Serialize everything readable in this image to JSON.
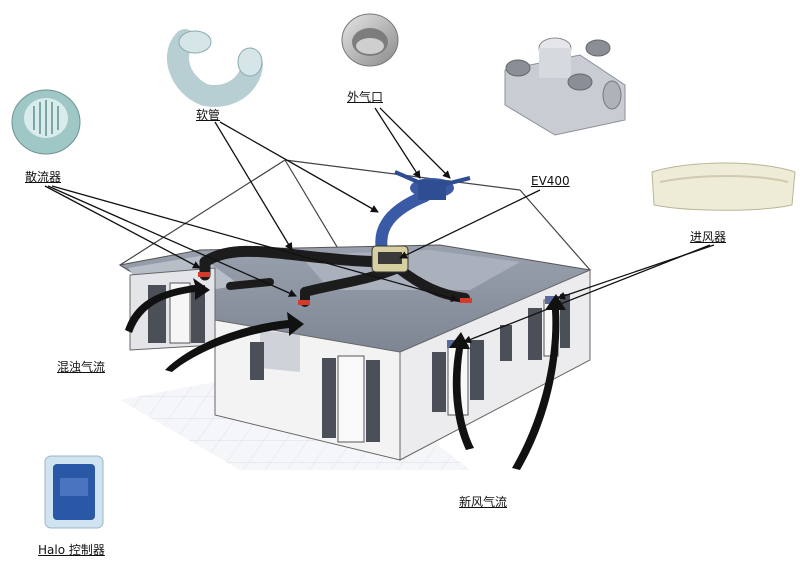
{
  "labels": {
    "diffuser": "散流器",
    "hose": "软管",
    "outside_air": "外气口",
    "unit": "EV400",
    "inlet": "进风器",
    "exhaust_flow": "混浊气流",
    "fresh_flow": "新风气流",
    "controller": "Halo 控制器"
  },
  "colors": {
    "duct": "#1c1c1c",
    "hose_blue": "#3a5aa6",
    "roof": "#8f97a5",
    "wall": "#f2f2f2",
    "arrow": "#111111",
    "vent_red": "#d53a2a"
  }
}
